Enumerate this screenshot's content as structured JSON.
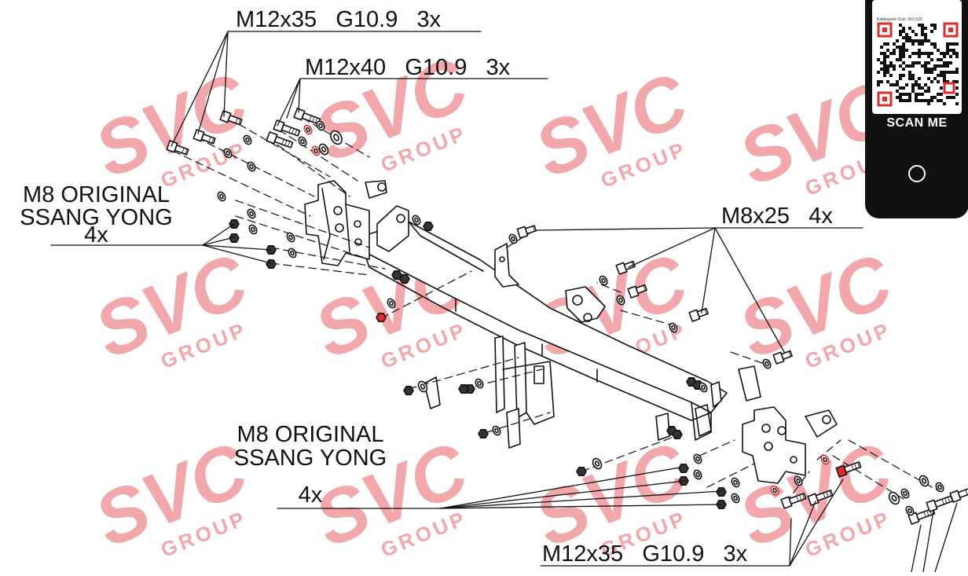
{
  "labels": {
    "top_bolts_1": "M12x35   G10.9   3x",
    "top_bolts_2": "M12x40   G10.9   3x",
    "left_nuts_line1": "M8 ORIGINAL",
    "left_nuts_line2": "SSANG YONG",
    "left_nuts_line3": "4x",
    "right_bolts": "M8x25   4x",
    "lower_nuts_line1": "M8 ORIGINAL",
    "lower_nuts_line2": "SSANG YONG",
    "lower_nuts_line3": "4x",
    "bottom_bolts": "M12x35   G10.9   3x"
  },
  "watermark": {
    "brand": "SVC",
    "sub": "GROUP",
    "color": "#f2a7ab"
  },
  "qr_badge": {
    "catalog_text": "Katalogové číslo: 003-529",
    "cta": "SCAN ME"
  },
  "colors": {
    "line": "#111111",
    "watermark": "#f2a7ab",
    "accent_red": "#e32b2b"
  }
}
